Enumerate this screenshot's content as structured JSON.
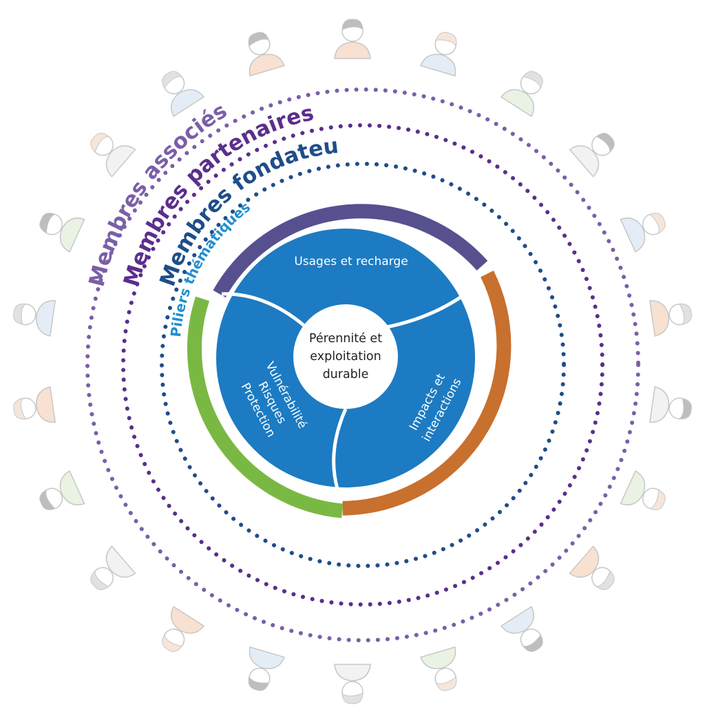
{
  "rings": {
    "associes": {
      "label": "Membres associés",
      "color": "#7a5fa8"
    },
    "partenaires": {
      "label": "Membres partenaires",
      "color": "#5b2e8c"
    },
    "fondateurs": {
      "label": "Membres fondateurs",
      "color": "#1f4d8a"
    },
    "piliers": {
      "label": "Piliers thématiques",
      "color": "#1f8fd0"
    }
  },
  "segments": {
    "usages": {
      "label": "Usages et recharge",
      "accent": "#57508f"
    },
    "impacts": {
      "line1": "Impacts et",
      "line2": "interactions",
      "accent": "#c8702e"
    },
    "vulnerabilite": {
      "line1": "Vulnérabilité",
      "line2": "Risques",
      "line3": "Protection",
      "accent": "#7ab844"
    }
  },
  "center": {
    "line1": "Pérennité et",
    "line2": "exploitation",
    "line3": "durable"
  },
  "colors": {
    "segment_fill": "#1c7bc2"
  },
  "people_icons": "person-avatar-icon"
}
